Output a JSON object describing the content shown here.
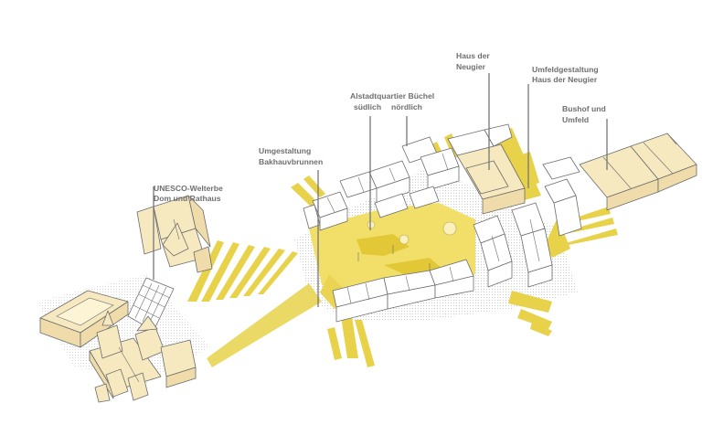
{
  "labels": {
    "unesco": {
      "line1": "UNESCO-Welterbe",
      "line2": "Dom und Rathaus"
    },
    "bakhauv": {
      "line1": "Umgestaltung",
      "line2": "Bakhauvbrunnen"
    },
    "alstadt": {
      "line1": "Alstadtquartier Büchel",
      "line2a": "südlich",
      "line2b": "nördlich"
    },
    "haus": {
      "line1": "Haus der",
      "line2": "Neugier"
    },
    "umfeld": {
      "line1": "Umfeldgestaltung",
      "line2": "Haus der Neugier"
    },
    "bushof": {
      "line1": "Bushof und",
      "line2": "Umfeld"
    }
  },
  "colors": {
    "accent_yellow": "#e8d24a",
    "building_fill": "#f7e9bf",
    "outline": "#6c6c6c",
    "label_text": "#6f6f6f"
  }
}
